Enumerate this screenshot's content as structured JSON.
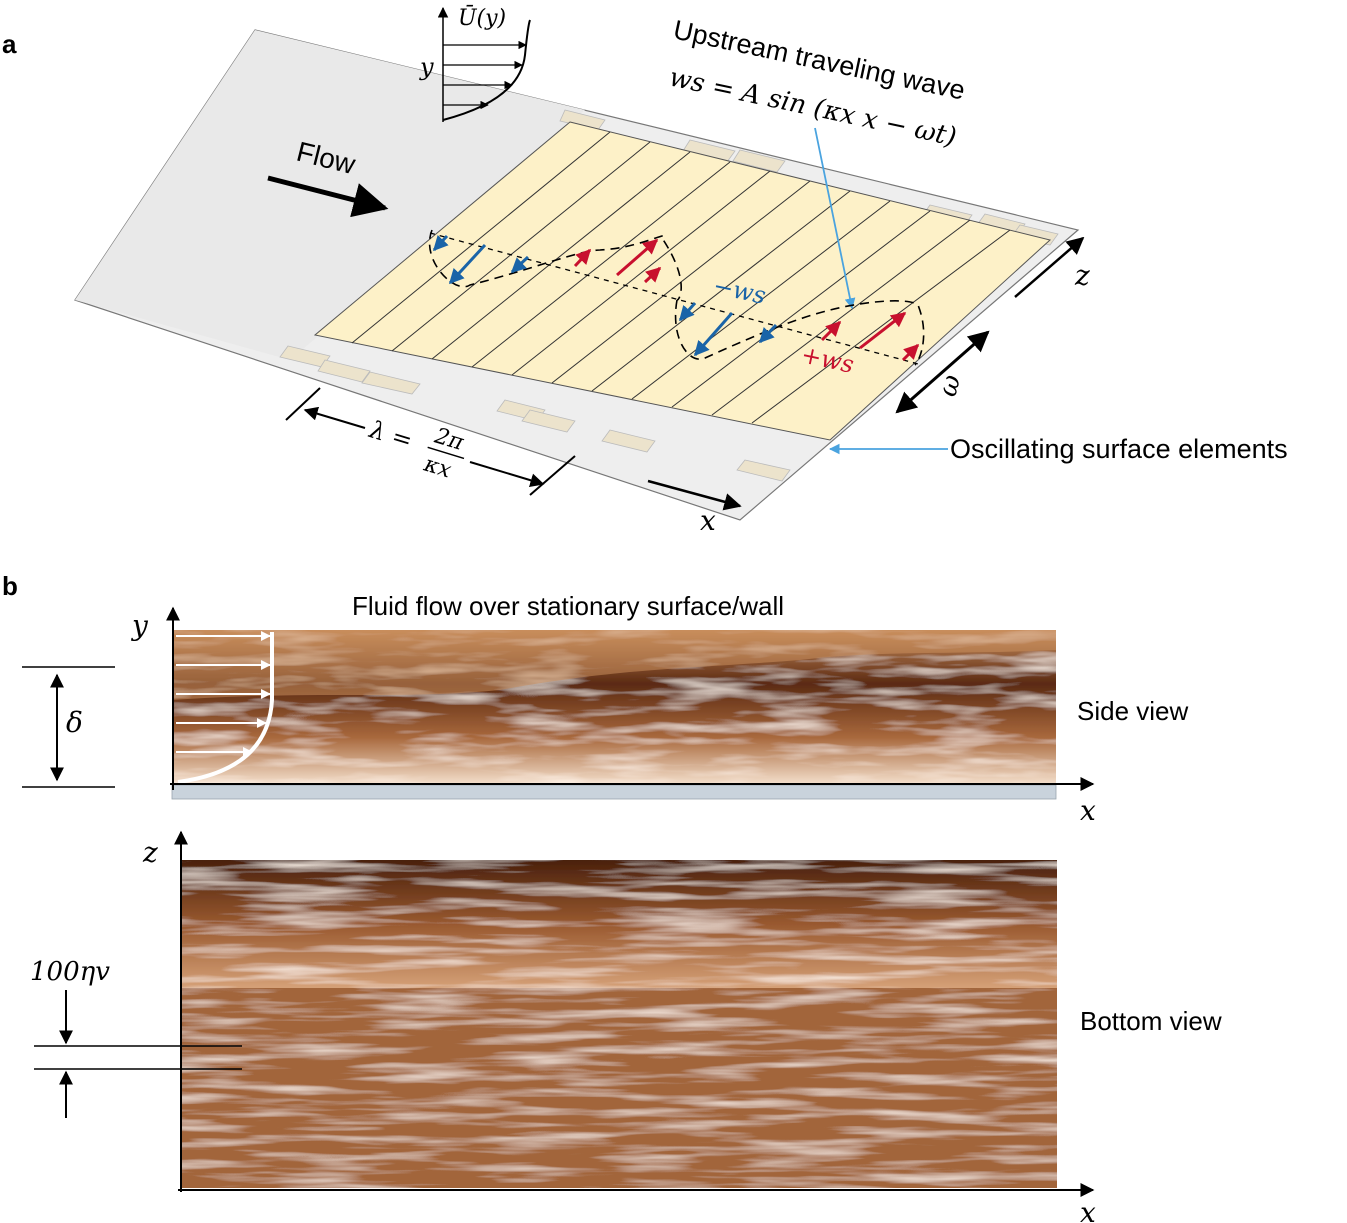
{
  "panel_a": {
    "label": "a",
    "profile_label": "Ū(y)",
    "profile_axis": "y",
    "flow_label": "Flow",
    "wave_title": "Upstream traveling wave",
    "wave_equation": "ws = A sin (κx x − ωt)",
    "minus_ws": "−ws",
    "plus_ws": "+ws",
    "omega": "ω",
    "axis_z": "z",
    "axis_x": "x",
    "lambda_lhs": "λ =",
    "lambda_num": "2π",
    "lambda_den": "κx",
    "elements_label": "Oscillating surface elements",
    "colors": {
      "plate": "#eeeeee",
      "elements": "#fdf1c8",
      "tabs": "#ece3cc",
      "red_arrow": "#c8102e",
      "blue_arrow": "#1a64a8",
      "leader": "#4aa3df"
    }
  },
  "panel_b": {
    "label": "b",
    "title": "Fluid flow over stationary surface/wall",
    "side_view": "Side view",
    "bottom_view": "Bottom view",
    "axis_y": "y",
    "axis_x_side": "x",
    "axis_z": "z",
    "axis_x_bottom": "x",
    "delta": "δ",
    "eta_label": "100ηv",
    "colors": {
      "flow_image": "#8a4a22",
      "wall": "#c9d3dc"
    }
  }
}
